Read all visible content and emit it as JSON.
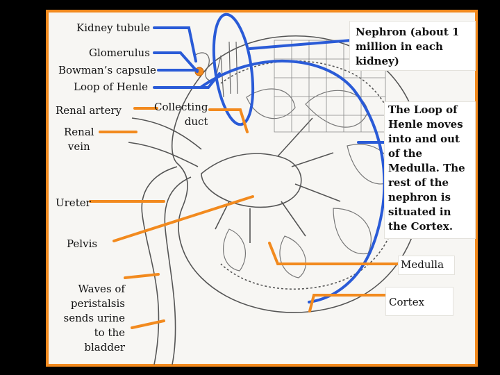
{
  "labels": {
    "kidney_tubule": "Kidney tubule",
    "glomerulus": "Glomerulus",
    "bowmans_capsule": "Bowman’s capsule",
    "loop_of_henle": "Loop of Henle",
    "renal_artery": "Renal artery",
    "renal_vein": "Renal\nvein",
    "collecting_duct": "Collecting\nduct",
    "ureter": "Ureter",
    "pelvis": "Pelvis",
    "waves": "Waves of\nperistalsis\nsends urine\nto the\nbladder",
    "nephron": "Nephron (about 1\nmillion in each\nkidney)",
    "loop_note": "The Loop of\nHenle moves\ninto and out\nof the\nMedulla. The\nrest of the\nnephron is\nsituated in\nthe Cortex.",
    "medulla": "Medulla",
    "cortex": "Cortex"
  },
  "colors": {
    "frame": "#f28a1e",
    "pointer_blue": "#2a5bd7",
    "pointer_orange": "#f28a1e",
    "background": "#000000"
  }
}
